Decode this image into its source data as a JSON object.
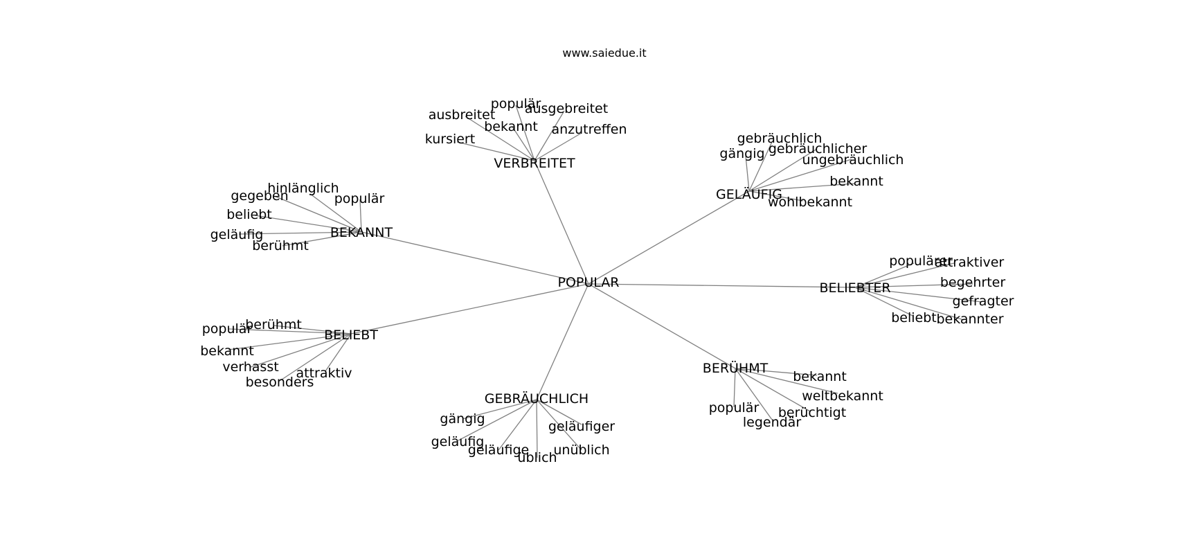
{
  "watermark": "www.saiedue.it",
  "root": "POPULAR",
  "groups": [
    {
      "id": "verbreitet",
      "label": "VERBREITET",
      "leaves": [
        "ausbreitet",
        "populär",
        "ausgebreitet",
        "bekannt",
        "anzutreffen",
        "kursiert"
      ]
    },
    {
      "id": "gelaeufig",
      "label": "GELÄUFIG",
      "leaves": [
        "gebräuchlich",
        "gängig",
        "gebräuchlicher",
        "ungebräuchlich",
        "bekannt",
        "wohlbekannt"
      ]
    },
    {
      "id": "bekannt",
      "label": "BEKANNT",
      "leaves": [
        "hinlänglich",
        "gegeben",
        "populär",
        "beliebt",
        "geläufig",
        "berühmt"
      ]
    },
    {
      "id": "beliebter",
      "label": "BELIEBTER",
      "leaves": [
        "populärer",
        "attraktiver",
        "begehrter",
        "gefragter",
        "beliebt",
        "bekannter"
      ]
    },
    {
      "id": "beliebt",
      "label": "BELIEBT",
      "leaves": [
        "berühmt",
        "populär",
        "bekannt",
        "verhasst",
        "attraktiv",
        "besonders"
      ]
    },
    {
      "id": "beruehmt",
      "label": "BERÜHMT",
      "leaves": [
        "bekannt",
        "weltbekannt",
        "berüchtigt",
        "populär",
        "legendär"
      ]
    },
    {
      "id": "gebraeuchlich",
      "label": "GEBRÄUCHLICH",
      "leaves": [
        "gängig",
        "geläufiger",
        "geläufig",
        "geläufige",
        "unüblich",
        "üblich"
      ]
    }
  ]
}
